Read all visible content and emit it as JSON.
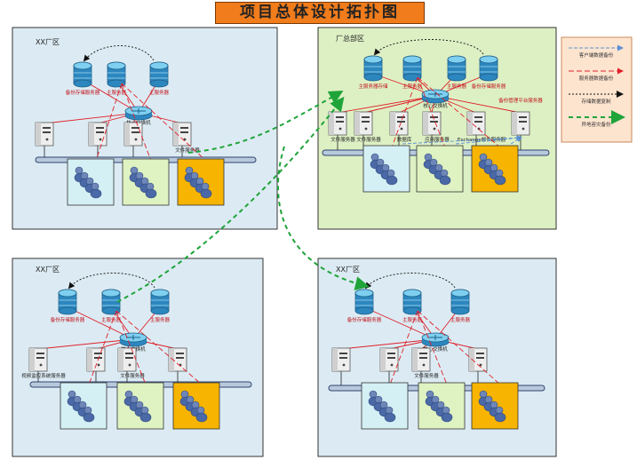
{
  "title": "项目总体设计拓扑图",
  "colors": {
    "zone_blue": "#dcebf3",
    "zone_green": "#ddf0c4",
    "title_orange": "#f07c1c",
    "legend_bg": "#fde4cf",
    "red_link": "#e0202a",
    "green_dashed": "#1fa43a",
    "blue_link": "#5b8fd6"
  },
  "zones": [
    {
      "label": "XX厂区",
      "servers": [
        {
          "icon": "server-icon",
          "label": "备份存储服务器"
        },
        {
          "icon": "server-icon",
          "label": "主服务器"
        },
        {
          "icon": "server-icon",
          "label": "主服务器"
        }
      ],
      "core_switch": "核心交换机",
      "computers": [
        {
          "icon": "computer-icon",
          "label": ""
        },
        {
          "icon": "computer-icon",
          "label": ""
        },
        {
          "icon": "computer-icon",
          "label": ""
        },
        {
          "icon": "computer-icon",
          "label": "文件服务器"
        }
      ],
      "user_groups": [
        "users-icon",
        "users-icon",
        "users-icon"
      ]
    },
    {
      "label": "厂总部区",
      "servers": [
        {
          "icon": "server-icon",
          "label": "主服务器存储"
        },
        {
          "icon": "server-icon",
          "label": "主服务器"
        },
        {
          "icon": "server-icon",
          "label": "主服务器"
        },
        {
          "icon": "server-icon",
          "label": "备份存储服务器"
        }
      ],
      "core_switch": "核心交换机",
      "computers": [
        {
          "icon": "computer-icon",
          "label": "文件服务器"
        },
        {
          "icon": "computer-icon",
          "label": "文件服务器"
        },
        {
          "icon": "computer-icon",
          "label": "数据库"
        },
        {
          "icon": "computer-icon",
          "label": "应用服务器"
        },
        {
          "icon": "computer-icon",
          "label": "Exchange邮件服务器"
        }
      ],
      "platform_label": "备份管理平台服务器",
      "user_groups": [
        "users-icon",
        "users-icon",
        "users-icon"
      ]
    },
    {
      "label": "XX厂区",
      "servers": [
        {
          "icon": "server-icon",
          "label": "备份存储服务器"
        },
        {
          "icon": "server-icon",
          "label": "主服务器"
        },
        {
          "icon": "server-icon",
          "label": "主服务器"
        }
      ],
      "core_switch": "核心交换机",
      "computers": [
        {
          "icon": "computer-icon",
          "label": "视频监控系统服务器"
        },
        {
          "icon": "computer-icon",
          "label": ""
        },
        {
          "icon": "computer-icon",
          "label": "文件服务器"
        },
        {
          "icon": "computer-icon",
          "label": ""
        }
      ],
      "user_groups": [
        "users-icon",
        "users-icon",
        "users-icon"
      ]
    },
    {
      "label": "XX厂区",
      "servers": [
        {
          "icon": "server-icon",
          "label": "备份存储服务器"
        },
        {
          "icon": "server-icon",
          "label": "主服务器"
        },
        {
          "icon": "server-icon",
          "label": "主服务器"
        }
      ],
      "core_switch": "核心交换机",
      "computers": [
        {
          "icon": "computer-icon",
          "label": ""
        },
        {
          "icon": "computer-icon",
          "label": ""
        },
        {
          "icon": "computer-icon",
          "label": "文件服务器"
        },
        {
          "icon": "computer-icon",
          "label": ""
        }
      ],
      "user_groups": [
        "users-icon",
        "users-icon",
        "users-icon"
      ]
    }
  ],
  "legend": {
    "items": [
      {
        "style": "blue-arrow",
        "label": "客户端数据备份"
      },
      {
        "style": "red-dashed",
        "label": "服务器数据备份"
      },
      {
        "style": "black-dotted",
        "label": "存储数据复制"
      },
      {
        "style": "green-dashed",
        "label": "异地容灾备份"
      }
    ]
  }
}
